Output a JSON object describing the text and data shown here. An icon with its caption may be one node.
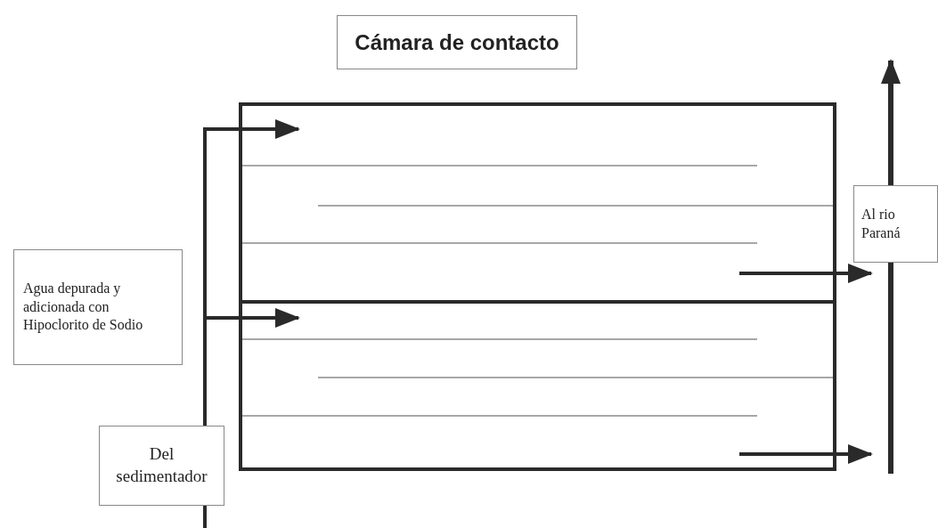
{
  "diagram": {
    "nodes": [
      {
        "text": [
          "Cámara de contacto"
        ]
      },
      {
        "text": [],
        "shape": "box"
      },
      {
        "text": [],
        "shape": "box"
      },
      {
        "text": [
          "Agua depurada y adicionada con Hipoclorito de Sodio"
        ]
      },
      {
        "text": [
          "Del sedimentador"
        ]
      },
      {
        "text": [
          "Al rio Paraná"
        ]
      }
    ],
    "edges": [
      {
        "from": 4,
        "to": 1,
        "arrow": "to"
      },
      {
        "from": 4,
        "to": 2,
        "arrow": "to"
      },
      {
        "from": null,
        "to": 4,
        "arrow": "none"
      },
      {
        "from": 1,
        "to": 5,
        "arrow": "to"
      },
      {
        "from": 2,
        "to": null,
        "arrow": "to"
      },
      {
        "from": null,
        "to": 5,
        "arrow": "none"
      },
      {
        "from": 5,
        "to": null,
        "arrow": "to"
      }
    ]
  }
}
